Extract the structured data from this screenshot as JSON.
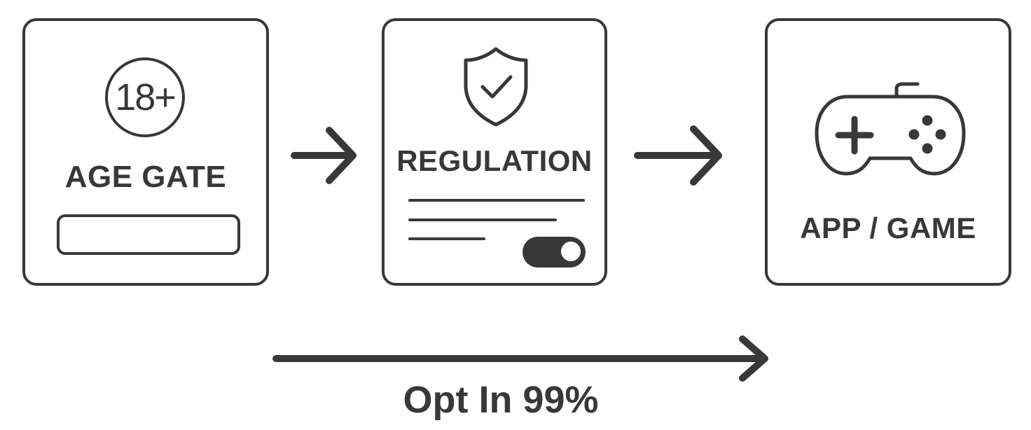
{
  "age_gate": {
    "badge_text": "18+",
    "title": "AGE GATE",
    "input_value": ""
  },
  "regulation": {
    "icon": "shield-check-icon",
    "title": "REGULATION",
    "toggle_state": "on"
  },
  "app_game": {
    "icon": "gamepad-icon",
    "title": "APP / GAME"
  },
  "flow_caption": "Opt In 99%",
  "colors": {
    "stroke": "#383838",
    "background": "#ffffff"
  }
}
